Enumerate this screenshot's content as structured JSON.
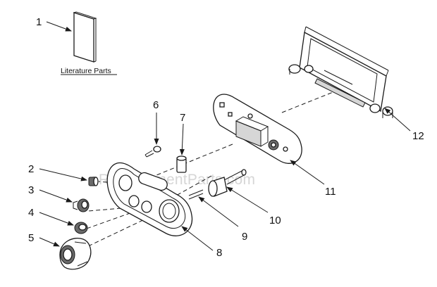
{
  "literature_label": "Literature Parts",
  "watermark": "eReplacementParts.com",
  "callouts": [
    {
      "id": "c1",
      "text": "1"
    },
    {
      "id": "c2",
      "text": "2"
    },
    {
      "id": "c3",
      "text": "3"
    },
    {
      "id": "c4",
      "text": "4"
    },
    {
      "id": "c5",
      "text": "5"
    },
    {
      "id": "c6",
      "text": "6"
    },
    {
      "id": "c7",
      "text": "7"
    },
    {
      "id": "c8",
      "text": "8"
    },
    {
      "id": "c9",
      "text": "9"
    },
    {
      "id": "c10",
      "text": "10"
    },
    {
      "id": "c11",
      "text": "11"
    },
    {
      "id": "c12",
      "text": "12"
    }
  ]
}
